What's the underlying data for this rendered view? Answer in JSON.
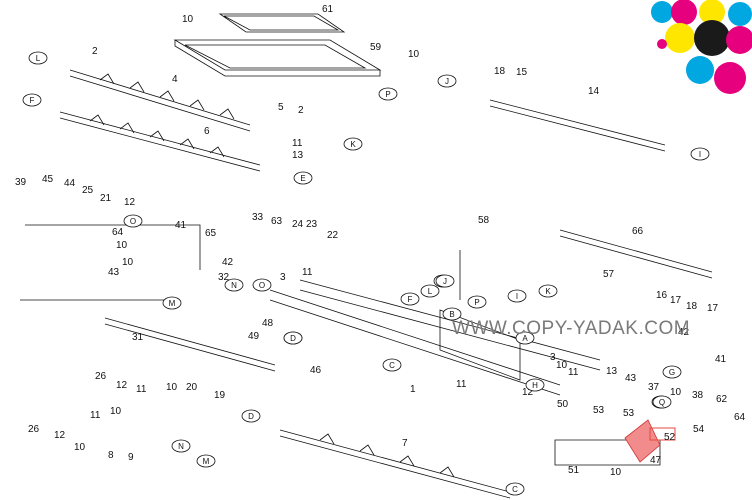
{
  "watermark": "WWW.COPY-YADAK.COM",
  "callouts": [
    "61",
    "10",
    "59",
    "10",
    "2",
    "4",
    "18",
    "15",
    "14",
    "5",
    "2",
    "6",
    "11",
    "13",
    "39",
    "45",
    "44",
    "25",
    "21",
    "12",
    "41",
    "65",
    "10",
    "64",
    "10",
    "43",
    "42",
    "32",
    "33",
    "63",
    "24",
    "23",
    "22",
    "58",
    "66",
    "3",
    "11",
    "57",
    "16",
    "17",
    "18",
    "17",
    "48",
    "49",
    "31",
    "46",
    "1",
    "11",
    "3",
    "10",
    "11",
    "13",
    "42",
    "41",
    "43",
    "37",
    "10",
    "38",
    "62",
    "12",
    "50",
    "26",
    "12",
    "11",
    "10",
    "20",
    "19",
    "10",
    "26",
    "12",
    "11",
    "10",
    "8",
    "9",
    "7",
    "53",
    "53",
    "54",
    "52",
    "10",
    "51",
    "47",
    "64"
  ],
  "letters": [
    "L",
    "K",
    "J",
    "I",
    "F",
    "E",
    "O",
    "M",
    "N",
    "O",
    "D",
    "P",
    "G",
    "F",
    "L",
    "J",
    "P",
    "I",
    "K",
    "B",
    "D",
    "C",
    "H",
    "G",
    "Q",
    "A",
    "Q",
    "D",
    "N",
    "M",
    "C"
  ],
  "colors": {
    "cyan": "#00a7e1",
    "magenta": "#e6007e",
    "yellow": "#ffe600",
    "black": "#1a1a1a",
    "highlight": "#f28b8b",
    "highlight_box": "#e44b3d"
  }
}
